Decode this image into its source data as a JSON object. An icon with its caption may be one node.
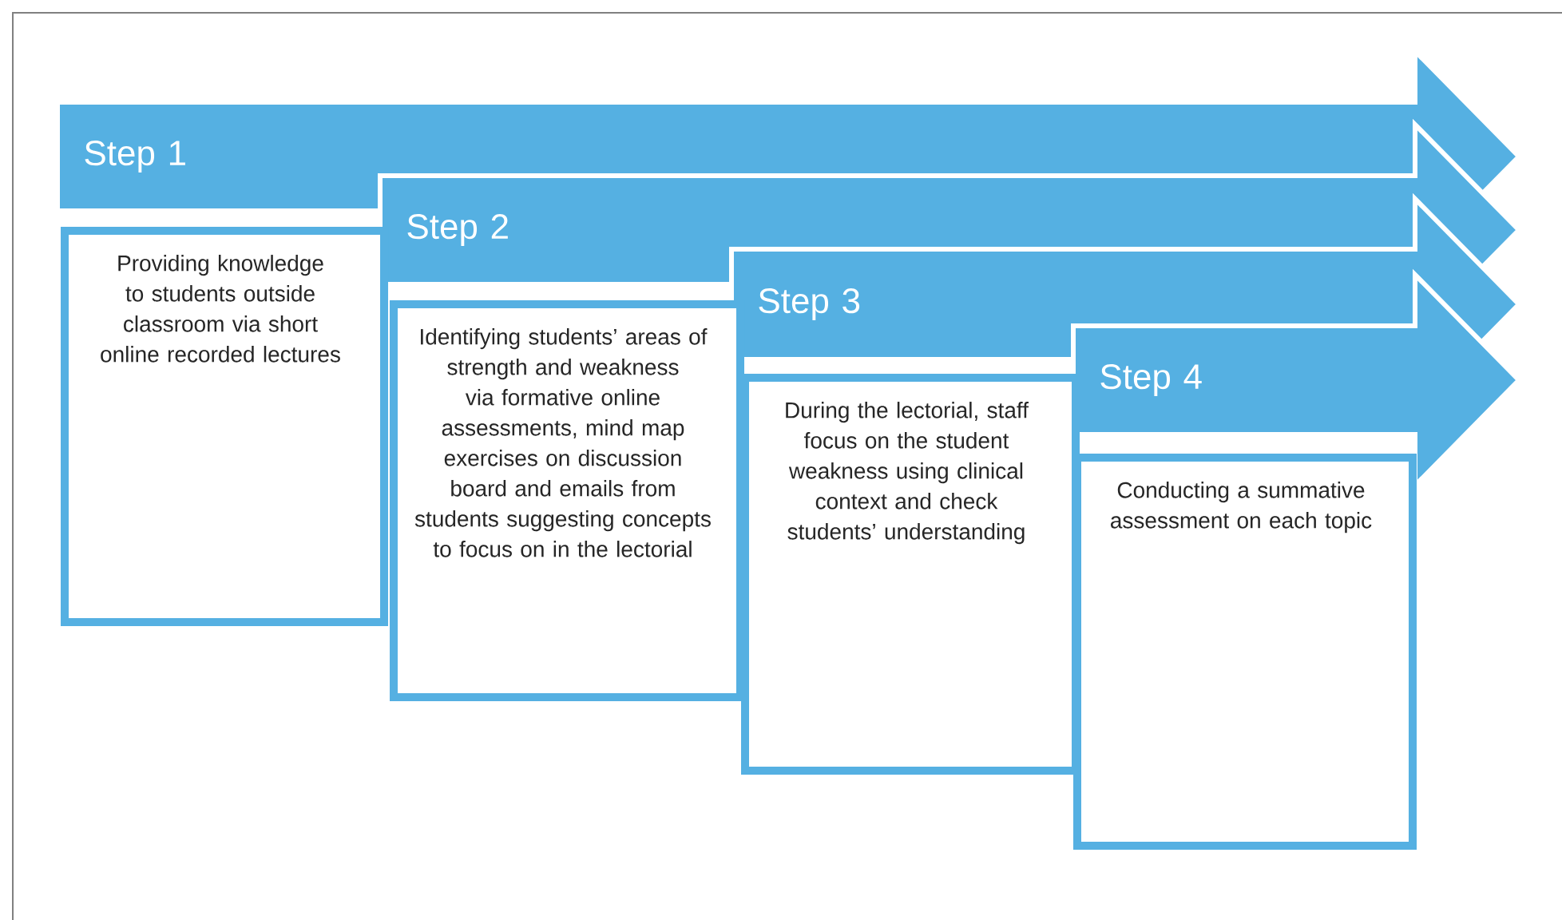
{
  "diagram": {
    "nodes": [
      {
        "text": [
          "Step 1"
        ]
      },
      {
        "text": [
          "Providing knowledge to students outside classroom via short online recorded lectures"
        ]
      },
      {
        "text": [
          "Step 2"
        ]
      },
      {
        "text": [
          "Identifying students’ areas of strength and weakness via formative online assessments, mind map exercises on discussion board and emails from students suggesting concepts to focus on in the lectorial"
        ]
      },
      {
        "text": [
          "Step 3"
        ]
      },
      {
        "text": [
          "During the lectorial, staff focus on the student weakness using clinical context and check students’ understanding"
        ]
      },
      {
        "text": [
          "Step 4"
        ]
      },
      {
        "text": [
          "Conducting a summative assessment on each topic"
        ]
      }
    ]
  }
}
